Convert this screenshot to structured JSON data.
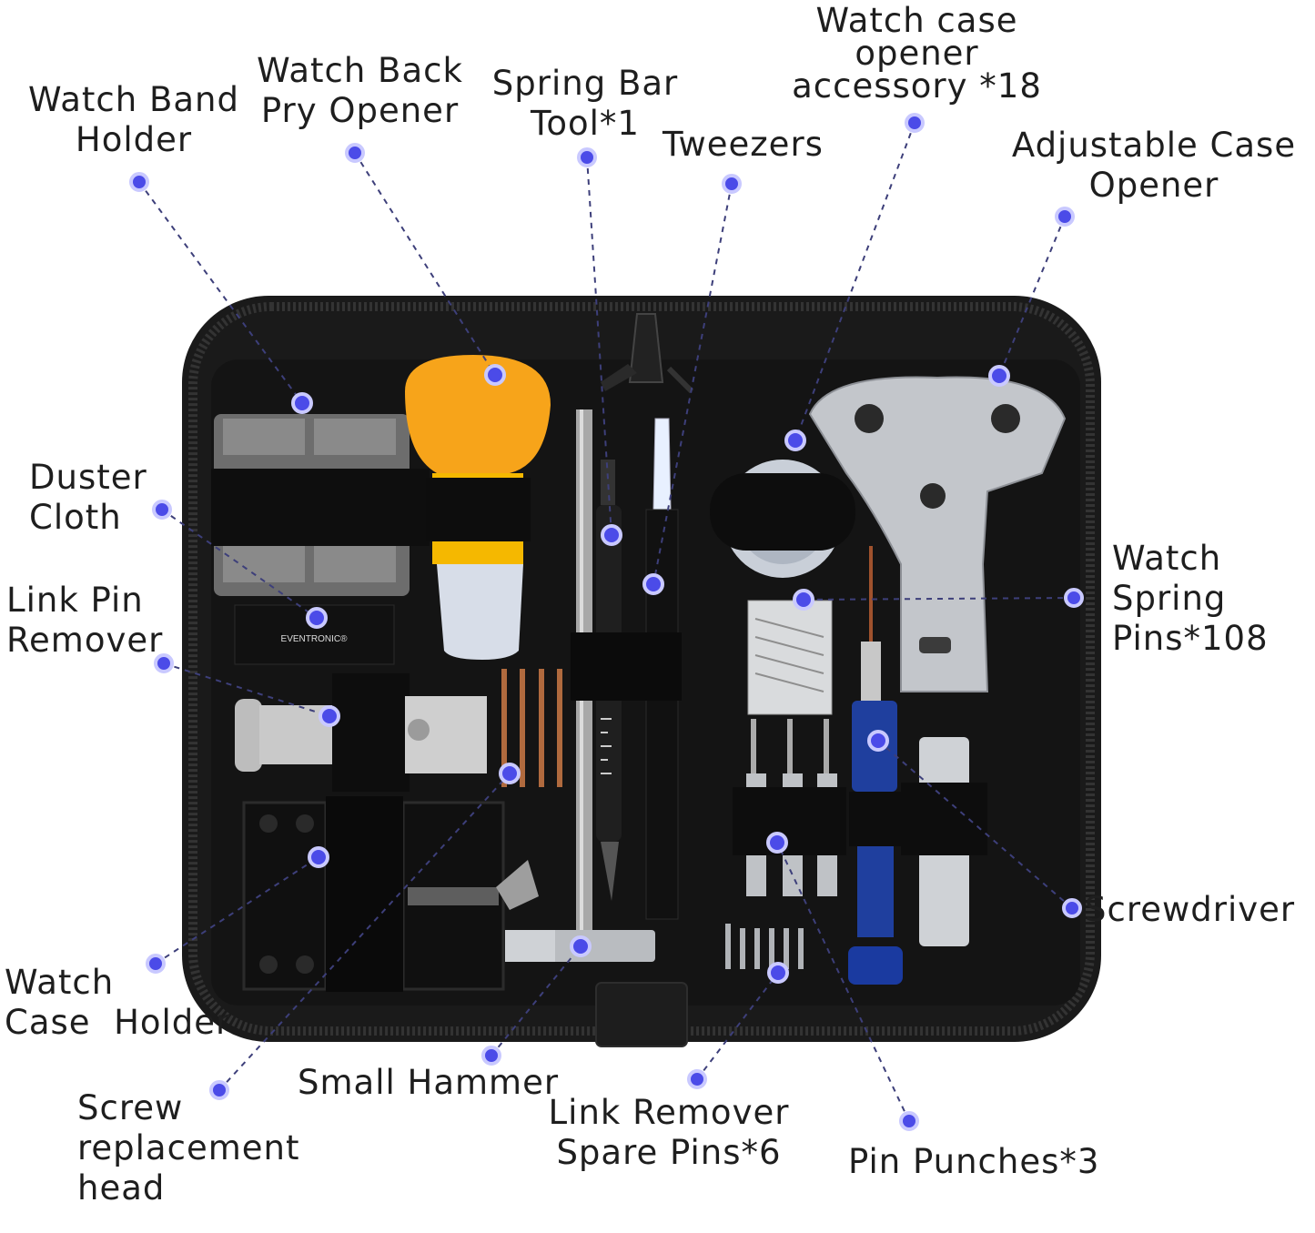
{
  "brand": "EVENTRONIC®",
  "colors": {
    "case_black": "#141414",
    "zipper": "#2a2a2a",
    "leader_line": "#3d3f7a",
    "dot": "#4b4be8",
    "orange_handle": "#f7a41a",
    "blue_screwdriver": "#1f3f9e",
    "metal": "#b9bcc0"
  },
  "labels": {
    "watch_band_holder": "Watch Band\nHolder",
    "watch_back_pry_opener": "Watch Back\nPry Opener",
    "spring_bar_tool": "Spring Bar\nTool*1",
    "tweezers": "Tweezers",
    "watch_case_opener_accessory": "Watch case\nopener\naccessory *18",
    "adjustable_case_opener": "Adjustable Case\nOpener",
    "duster_cloth": "Duster\nCloth",
    "link_pin_remover": "Link Pin\nRemover",
    "watch_spring_pins": "Watch\nSpring\nPins*108",
    "screwdriver": "Screwdriver",
    "watch_case_holder": "Watch\nCase  Holder",
    "screw_replacement_head": "Screw\nreplacement\nhead",
    "small_hammer": "Small Hammer",
    "link_remover_spare_pins": "Link Remover\nSpare Pins*6",
    "pin_punches": "Pin Punches*3"
  },
  "icons": [
    "watch-band-holder-icon",
    "pry-opener-icon",
    "spring-bar-tool-icon",
    "tweezers-icon",
    "case-opener-accessory-icon",
    "adjustable-case-opener-icon",
    "duster-cloth-icon",
    "link-pin-remover-icon",
    "spring-pins-icon",
    "screwdriver-icon",
    "case-holder-icon",
    "screw-head-icon",
    "hammer-icon",
    "spare-pins-icon",
    "pin-punches-icon"
  ]
}
